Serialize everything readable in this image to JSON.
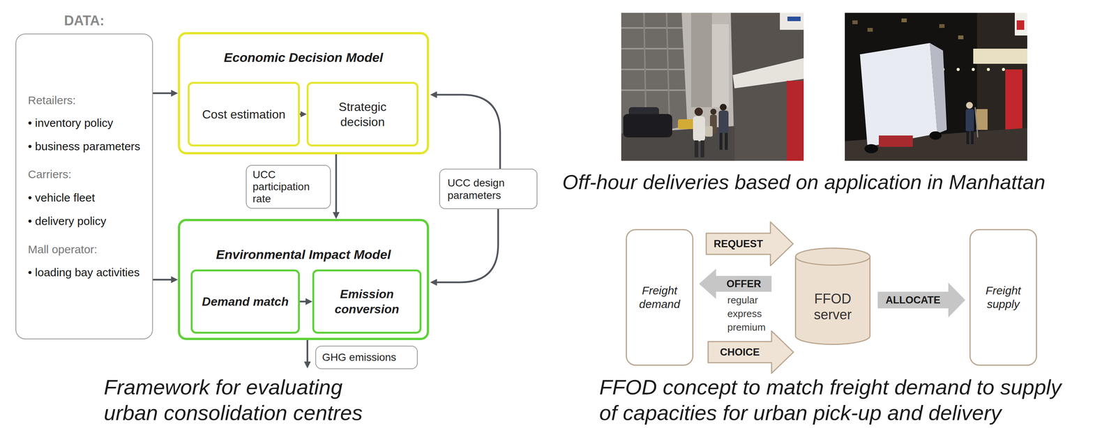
{
  "diagram": {
    "nodes": [
      {
        "text": [
          "DATA:",
          "Retailers:",
          "• inventory policy",
          "• business parameters",
          "Carriers:",
          "• vehicle fleet",
          "• delivery policy",
          "Mall operator:",
          "• loading bay activities"
        ]
      },
      {
        "text": [
          "Economic Decision Model"
        ]
      },
      {
        "text": [
          "Cost estimation"
        ],
        "in": 1
      },
      {
        "text": [
          "Strategic decision"
        ],
        "in": 1
      },
      {
        "text": [
          "Environmental Impact Model"
        ]
      },
      {
        "text": [
          "Demand match"
        ],
        "in": 4
      },
      {
        "text": [
          "Emission conversion"
        ],
        "in": 4
      },
      {
        "text": [
          "UCC design parameters"
        ]
      },
      {
        "text": [
          "Freight demand"
        ]
      },
      {
        "text": [
          "FFOD server"
        ]
      },
      {
        "text": [
          "Freight supply"
        ]
      }
    ],
    "edges": [
      {
        "from": 0,
        "to": 1,
        "arrow": "to"
      },
      {
        "from": 0,
        "to": 4,
        "arrow": "to"
      },
      {
        "from": 2,
        "to": 3,
        "arrow": "to"
      },
      {
        "from": 1,
        "to": 4,
        "label": "UCC participation rate",
        "arrow": "to"
      },
      {
        "from": 7,
        "to": 1,
        "arrow": "to"
      },
      {
        "from": 7,
        "to": 4,
        "arrow": "to"
      },
      {
        "from": 5,
        "to": 6,
        "arrow": "to"
      },
      {
        "from": 8,
        "to": 9,
        "label": "REQUEST",
        "arrow": "to"
      },
      {
        "from": 9,
        "to": 8,
        "label": "OFFER",
        "arrow": "to"
      },
      {
        "from": 8,
        "to": 9,
        "label": "CHOICE",
        "arrow": "to"
      },
      {
        "from": 9,
        "to": 10,
        "label": "ALLOCATE",
        "arrow": "to"
      }
    ],
    "labels": [
      "GHG emissions",
      "Framework for evaluating urban consolidation centres",
      "Off-hour deliveries based on application in Manhattan",
      "regular",
      "express",
      "premium",
      "FFOD concept to match freight demand to supply of capacities for urban pick-up and delivery"
    ]
  }
}
